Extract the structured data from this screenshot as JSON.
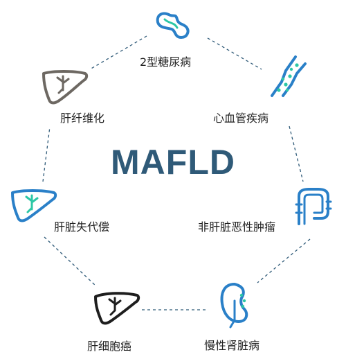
{
  "center_title": "MAFLD",
  "nodes": [
    {
      "label": "2型糖尿病",
      "icon": "pancreas-icon"
    },
    {
      "label": "心血管疾病",
      "icon": "blood-vessel-icon"
    },
    {
      "label": "非肝脏恶性肿瘤",
      "icon": "intestine-icon"
    },
    {
      "label": "慢性肾脏病",
      "icon": "kidney-icon"
    },
    {
      "label": "肝细胞癌",
      "icon": "liver-cancer-icon"
    },
    {
      "label": "肝脏失代偿",
      "icon": "liver-decompensation-icon"
    },
    {
      "label": "肝纤维化",
      "icon": "liver-fibrosis-icon"
    }
  ],
  "colors": {
    "title": "#2f5a78",
    "icon_blue": "#2a80c8",
    "icon_teal": "#2cc7a6",
    "icon_dark": "#1e1e1e",
    "icon_gray": "#6d6862",
    "connector": "#2f5a78"
  }
}
